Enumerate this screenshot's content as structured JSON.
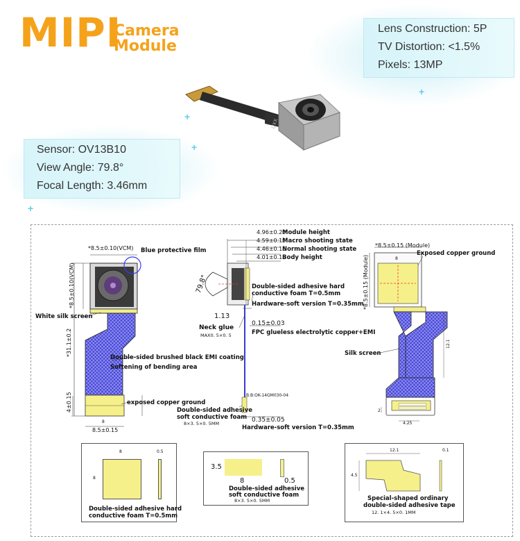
{
  "header": {
    "title_main": "MIPI",
    "title_line1": "Camera",
    "title_line2": "Module"
  },
  "specs_right": [
    "Lens Construction: 5P",
    "TV Distortion: <1.5%",
    "Pixels: 13MP"
  ],
  "specs_left": [
    "Sensor: OV13B10",
    "View Angle: 79.8°",
    "Focal Length: 3.46mm"
  ],
  "drawing": {
    "front": {
      "vcm_width": "*8.5±0.10(VCM)",
      "vcm_height": "*8.5±0.10(VCM)",
      "blue_film": "Blue protective film",
      "white_silk": "White silk screen",
      "total_length": "*31.1±0.2",
      "emi_coating": "Double-sided brushed black EMI coating",
      "softening": "Softening of bending area",
      "copper_ground": "exposed copper ground",
      "tail_height": "4±0.15",
      "tail_small": "8",
      "bottom_width": "8.5±0.15"
    },
    "side": {
      "heights": [
        "4.96±0.20",
        "4.59±0.15",
        "4.46±0.15",
        "4.01±0.15"
      ],
      "height_labels": [
        "Module height",
        "Macro shooting state",
        "Normal shooting state",
        "Body height"
      ],
      "angle": "79.8°",
      "foam_top_line1": "Double-sided adhesive hard",
      "foam_top_line2": "conductive foam T=0.5mm",
      "hardware_soft_top": "Hardware-soft version T=0.35mm",
      "neck_dim": "1.13",
      "neck_glue": "Neck glue",
      "neck_max": "MAX0. 5×0. 5",
      "fpc_thick": "0.15±0.03",
      "fpc_label": "FPC glueless electrolytic copper+EMI",
      "part_no": "B.B:OK-14GM030-04",
      "soft_foam_line1": "Double-sided adhesive",
      "soft_foam_line2": "soft conductive foam",
      "soft_foam_dims": "8×3. 5×0. 5MM",
      "tail_thick": "0.35±0.05",
      "hardware_soft_bottom": "Hardware-soft version T=0.35mm"
    },
    "back": {
      "module_width": "*8.5±0.15 (Module)",
      "module_height": "*8.5±0.15 (Module)",
      "copper_ground": "Exposed copper ground",
      "small_8": "8",
      "silk_screen": "Silk screen",
      "len_12": "12.1",
      "tail_2": "2",
      "tail_425": "4.25"
    },
    "detail1": {
      "w": "8",
      "t": "0.5",
      "h": "8",
      "caption_line1": "Double-sided adhesive hard",
      "caption_line2": "conductive foam T=0.5mm"
    },
    "detail2": {
      "h": "3.5",
      "w": "8",
      "t": "0.5",
      "caption_line1": "Double-sided adhesive",
      "caption_line2": "soft conductive foam",
      "caption_dims": "8×3. 5×0. 5MM"
    },
    "detail3": {
      "w": "12.1",
      "t": "0.1",
      "h": "4.5",
      "caption_line1": "Special-shaped ordinary",
      "caption_line2": "double-sided adhesive tape",
      "caption_dims": "12. 1×4. 5×0. 1MM"
    }
  },
  "colors": {
    "title_orange": "#f5a21b",
    "foam_yellow": "#f6f08a",
    "flex_blue": "#3a3ad0",
    "spec_bg": "#d8f4fa"
  }
}
